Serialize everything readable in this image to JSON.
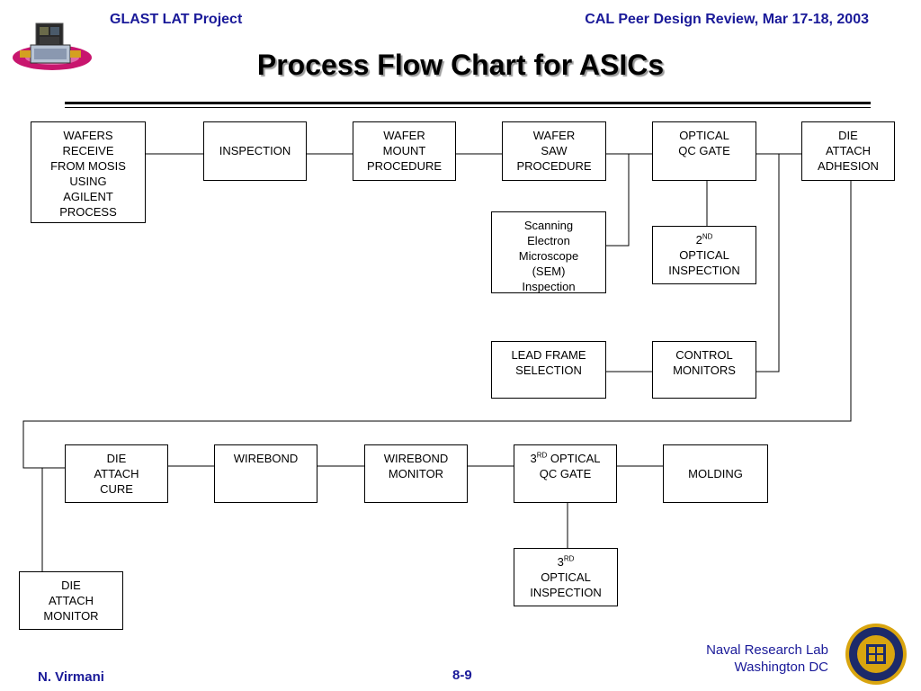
{
  "header": {
    "left": "GLAST LAT Project",
    "right": "CAL Peer Design Review, Mar 17-18, 2003"
  },
  "title": "Process Flow Chart for ASICs",
  "boxes": {
    "wafers_receive": [
      "WAFERS",
      "RECEIVE",
      "FROM MOSIS",
      "USING",
      "AGILENT",
      "PROCESS"
    ],
    "inspection": [
      "INSPECTION"
    ],
    "wafer_mount": [
      "WAFER",
      "MOUNT",
      "PROCEDURE"
    ],
    "wafer_saw": [
      "WAFER",
      "SAW",
      "PROCEDURE"
    ],
    "optical_qc_gate": [
      "OPTICAL",
      "QC GATE"
    ],
    "die_attach_adhesion": [
      "DIE",
      "ATTACH",
      "ADHESION"
    ],
    "sem_inspection": [
      "Scanning",
      "Electron",
      "Microscope",
      "(SEM)",
      "Inspection"
    ],
    "second_optical": {
      "num": "2",
      "sup": "ND",
      "lines": [
        "OPTICAL",
        "INSPECTION"
      ]
    },
    "lead_frame": [
      "LEAD FRAME",
      "SELECTION"
    ],
    "control_monitors": [
      "CONTROL",
      "MONITORS"
    ],
    "die_attach_cure": [
      "DIE",
      "ATTACH",
      "CURE"
    ],
    "wirebond": [
      "WIREBOND"
    ],
    "wirebond_monitor": [
      "WIREBOND",
      "MONITOR"
    ],
    "third_optical_qc": {
      "num": "3",
      "sup": "RD",
      "rest": " OPTICAL",
      "lines": [
        "QC GATE"
      ]
    },
    "molding": [
      "MOLDING"
    ],
    "third_optical_inspection": {
      "num": "3",
      "sup": "RD",
      "lines": [
        "OPTICAL",
        "INSPECTION"
      ]
    },
    "die_attach_monitor": [
      "DIE",
      "ATTACH",
      "MONITOR"
    ]
  },
  "footer": {
    "author": "N. Virmani",
    "page": "8-9",
    "org_line1": "Naval Research Lab",
    "org_line2": "Washington DC"
  },
  "colors": {
    "header_text": "#1a1a99",
    "lines": "#000000"
  },
  "icons": [
    "glast-logo-icon",
    "nrl-seal-icon"
  ]
}
